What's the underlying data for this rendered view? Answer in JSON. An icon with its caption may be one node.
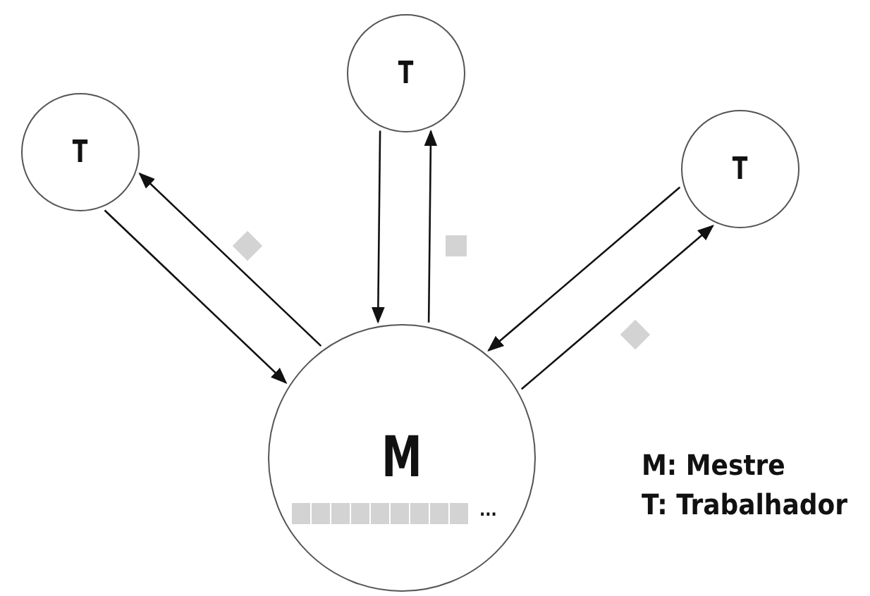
{
  "diagram": {
    "nodes": [
      {
        "text": [
          "T"
        ]
      },
      {
        "text": [
          "T"
        ]
      },
      {
        "text": [
          "T"
        ]
      },
      {
        "text": [
          "M"
        ]
      }
    ],
    "edges": [
      {
        "from": 0,
        "to": 3,
        "arrow": "to"
      },
      {
        "from": 3,
        "to": 0,
        "arrow": "to"
      },
      {
        "from": 1,
        "to": 3,
        "arrow": "to"
      },
      {
        "from": 3,
        "to": 1,
        "arrow": "to"
      },
      {
        "from": 2,
        "to": 3,
        "arrow": "to"
      },
      {
        "from": 3,
        "to": 2,
        "arrow": "to"
      }
    ],
    "labels": [
      "...",
      "M: Mestre",
      "T: Trabalhador"
    ]
  }
}
